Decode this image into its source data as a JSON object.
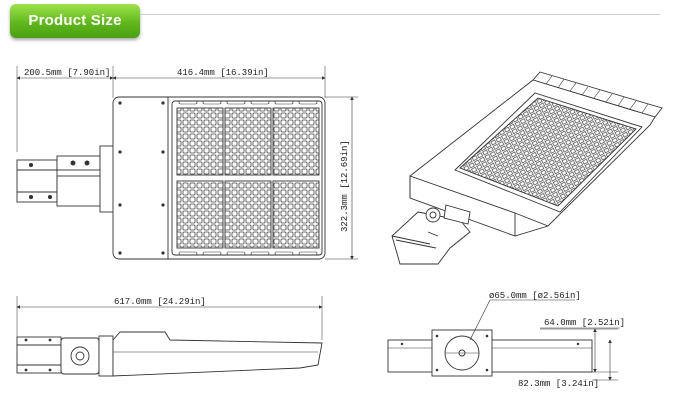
{
  "header": {
    "title": "Product Size"
  },
  "colors": {
    "accent": "#5fb81c",
    "line": "#333333"
  },
  "dimensions": {
    "top_width_left": "200.5mm [7.90in]",
    "top_width_right": "416.4mm [16.39in]",
    "top_height": "322.3mm [12.69in]",
    "side_length": "617.0mm [24.29in]",
    "diameter": "ø65.0mm [ø2.56in]",
    "front_height_upper": "64.0mm [2.52in]",
    "front_height_lower": "82.3mm [3.24in]"
  }
}
